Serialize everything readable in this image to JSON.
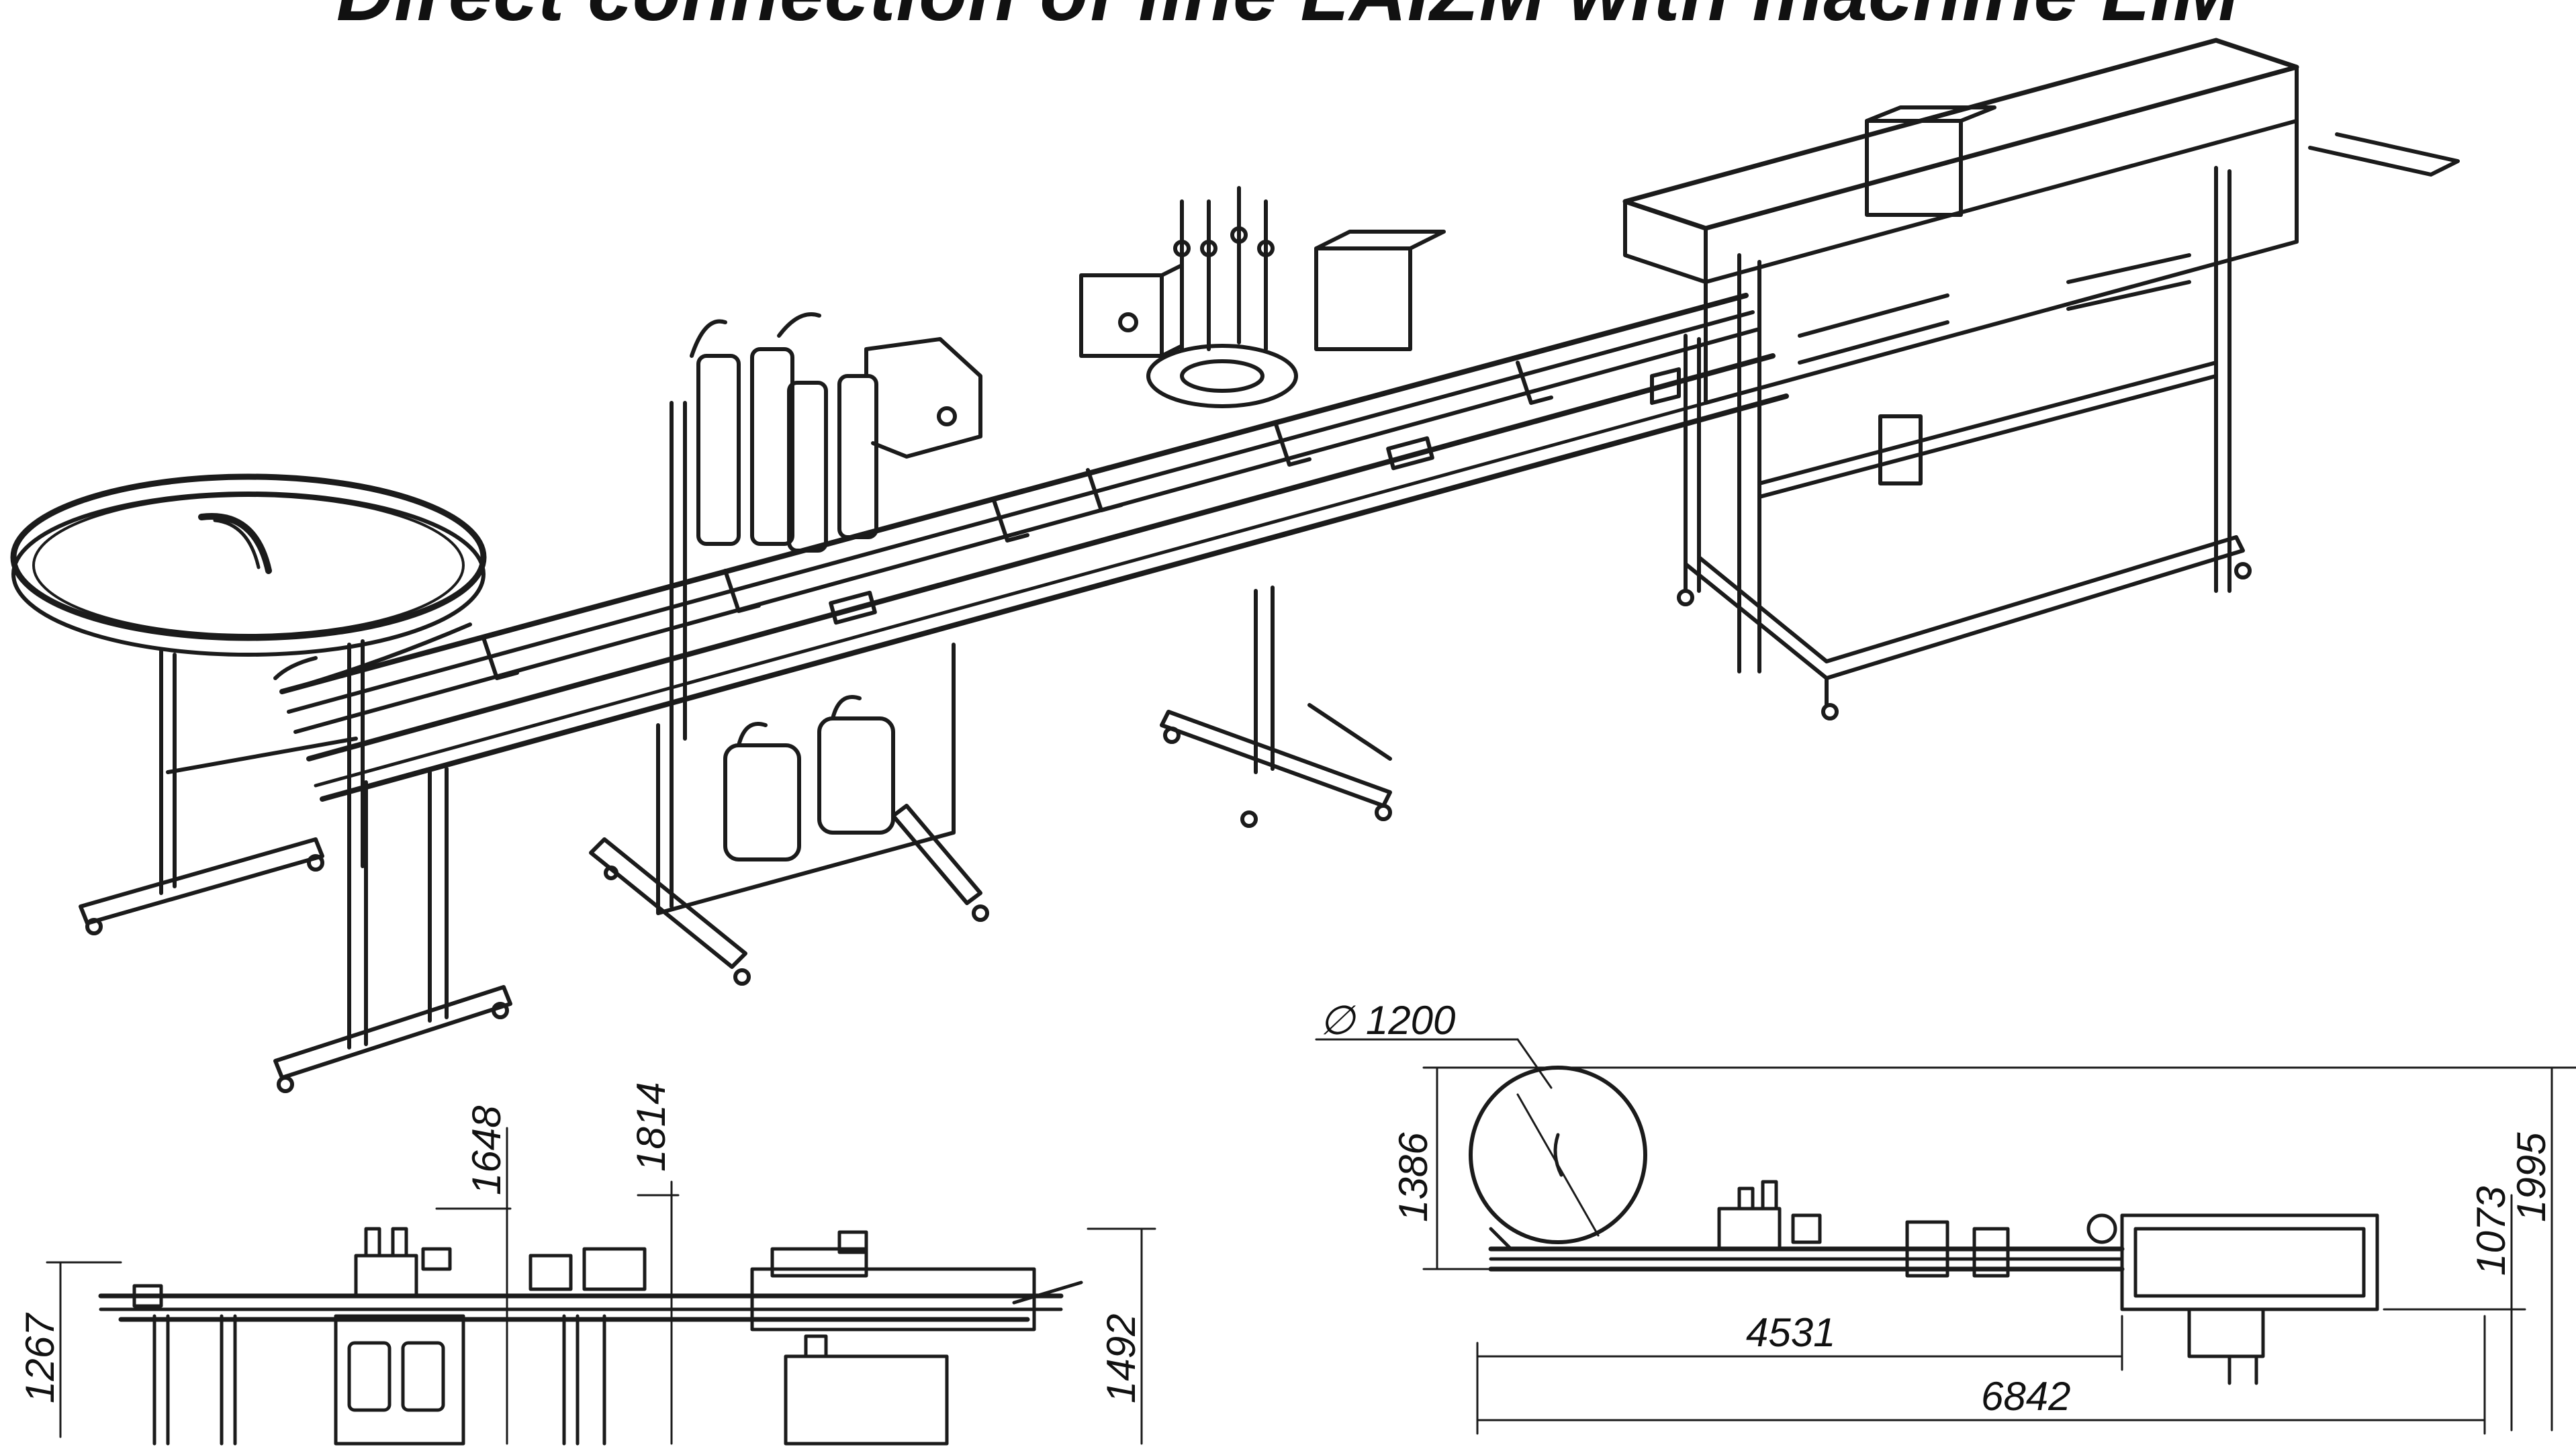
{
  "title": "Direct connection of line LAIZM with machine LIM",
  "dimensions": {
    "diameter": "∅ 1200",
    "d1648": "1648",
    "d1814": "1814",
    "d1267": "1267",
    "d1492": "1492",
    "d1386": "1386",
    "d4531": "4531",
    "d6842": "6842",
    "d1073": "1073",
    "d1995": "1995"
  }
}
